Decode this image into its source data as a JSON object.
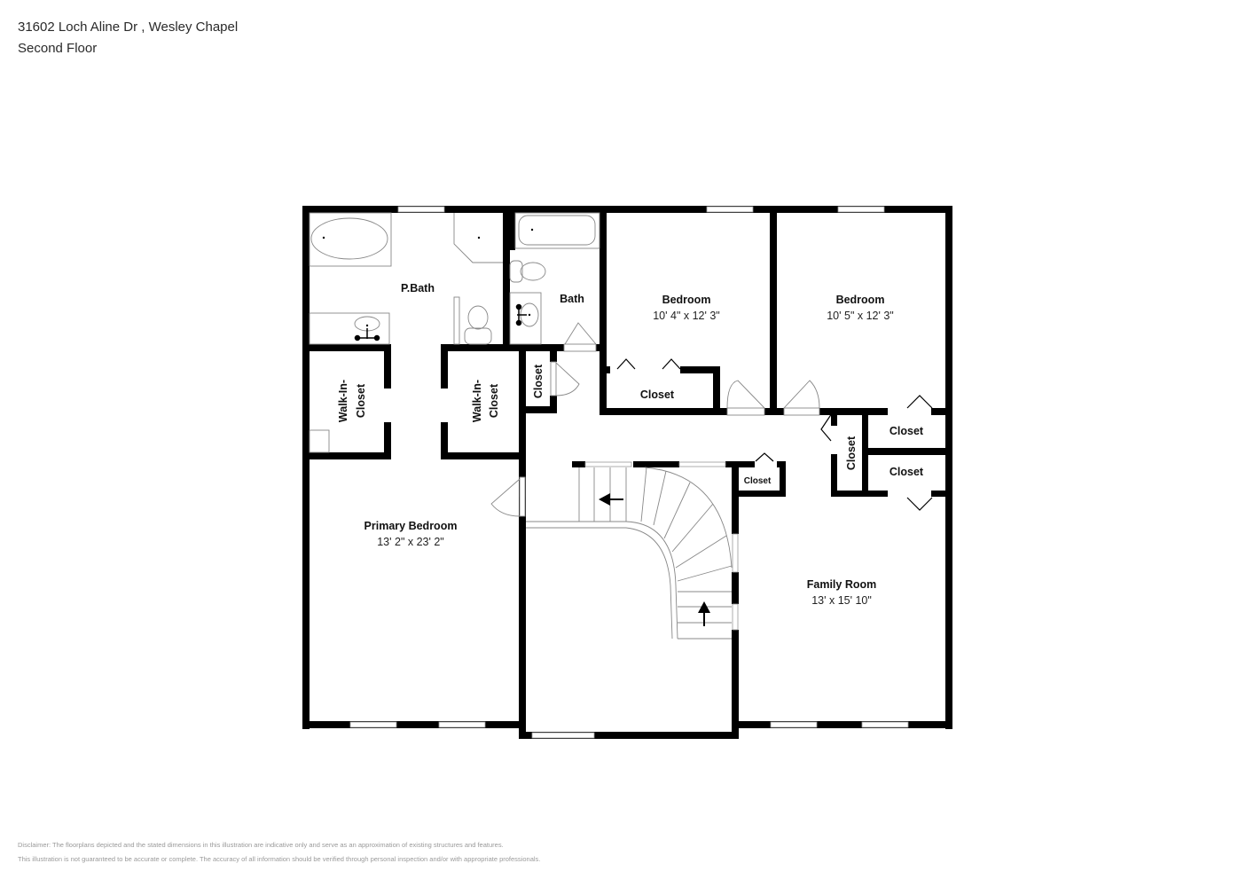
{
  "header": {
    "address": "31602 Loch Aline Dr , Wesley Chapel",
    "floor": "Second Floor"
  },
  "rooms": {
    "pbath": {
      "name": "P.Bath"
    },
    "bath": {
      "name": "Bath"
    },
    "bedroom1": {
      "name": "Bedroom",
      "dims": "10' 4\" x 12' 3\""
    },
    "bedroom2": {
      "name": "Bedroom",
      "dims": "10' 5\" x 12' 3\""
    },
    "bedroom1_closet": {
      "name": "Closet"
    },
    "walkin1": {
      "name1": "Walk-In-",
      "name2": "Closet"
    },
    "walkin2": {
      "name1": "Walk-In-",
      "name2": "Closet"
    },
    "hall_closet": {
      "name": "Closet"
    },
    "primary": {
      "name": "Primary Bedroom",
      "dims": "13' 2\" x 23' 2\""
    },
    "family": {
      "name": "Family Room",
      "dims": "13' x 15' 10\""
    },
    "stair_closet": {
      "name": "Closet"
    },
    "closet_v": {
      "name": "Closet"
    },
    "closet_top": {
      "name": "Closet"
    },
    "closet_bottom": {
      "name": "Closet"
    }
  },
  "stairs": {
    "arrows": [
      "arrow-left",
      "arrow-up"
    ]
  },
  "disclaimer": {
    "line1": "Disclaimer: The floorplans depicted and the stated dimensions in this illustration are indicative only and serve as an approximation of existing structures and features.",
    "line2": "This illustration is not guaranteed to be accurate or complete. The accuracy of all information should be verified through personal inspection and/or with appropriate professionals."
  }
}
